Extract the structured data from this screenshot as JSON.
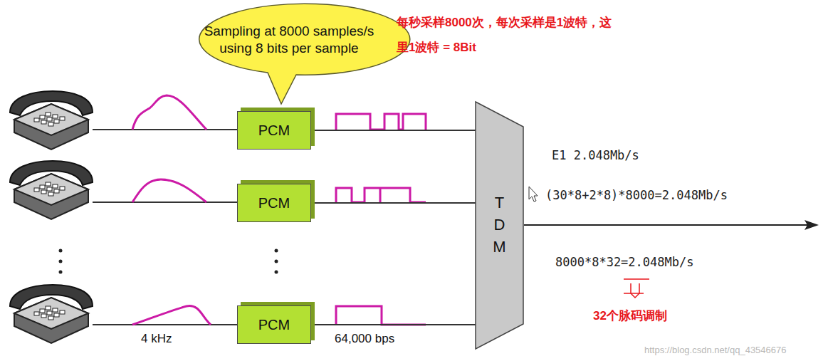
{
  "diagram": {
    "nodes": [
      {
        "text": [
          "Sampling at 8000 samples/s using 8 bits per sample"
        ]
      },
      {
        "text": [
          "PCM"
        ]
      },
      {
        "text": [
          "PCM"
        ]
      },
      {
        "text": [
          "PCM"
        ]
      },
      {
        "text": [
          "T D M"
        ]
      }
    ],
    "edges": [
      {
        "from": 1,
        "to": 4,
        "arrow": "none"
      },
      {
        "from": 2,
        "to": 4,
        "arrow": "none"
      },
      {
        "from": 3,
        "to": 4,
        "arrow": "none"
      }
    ],
    "labels": [
      "每秒采样8000次，每次采样是1波特，这",
      "里1波特 = 8Bit",
      "E1 2.048Mb/s",
      "(30*8+2*8)*8000=2.048Mb/s",
      "8000*8*32=2.048Mb/s",
      "32个脉码调制",
      "4 kHz",
      "64,000 bps",
      "https://blog.csdn.net/qq_43546676"
    ]
  }
}
